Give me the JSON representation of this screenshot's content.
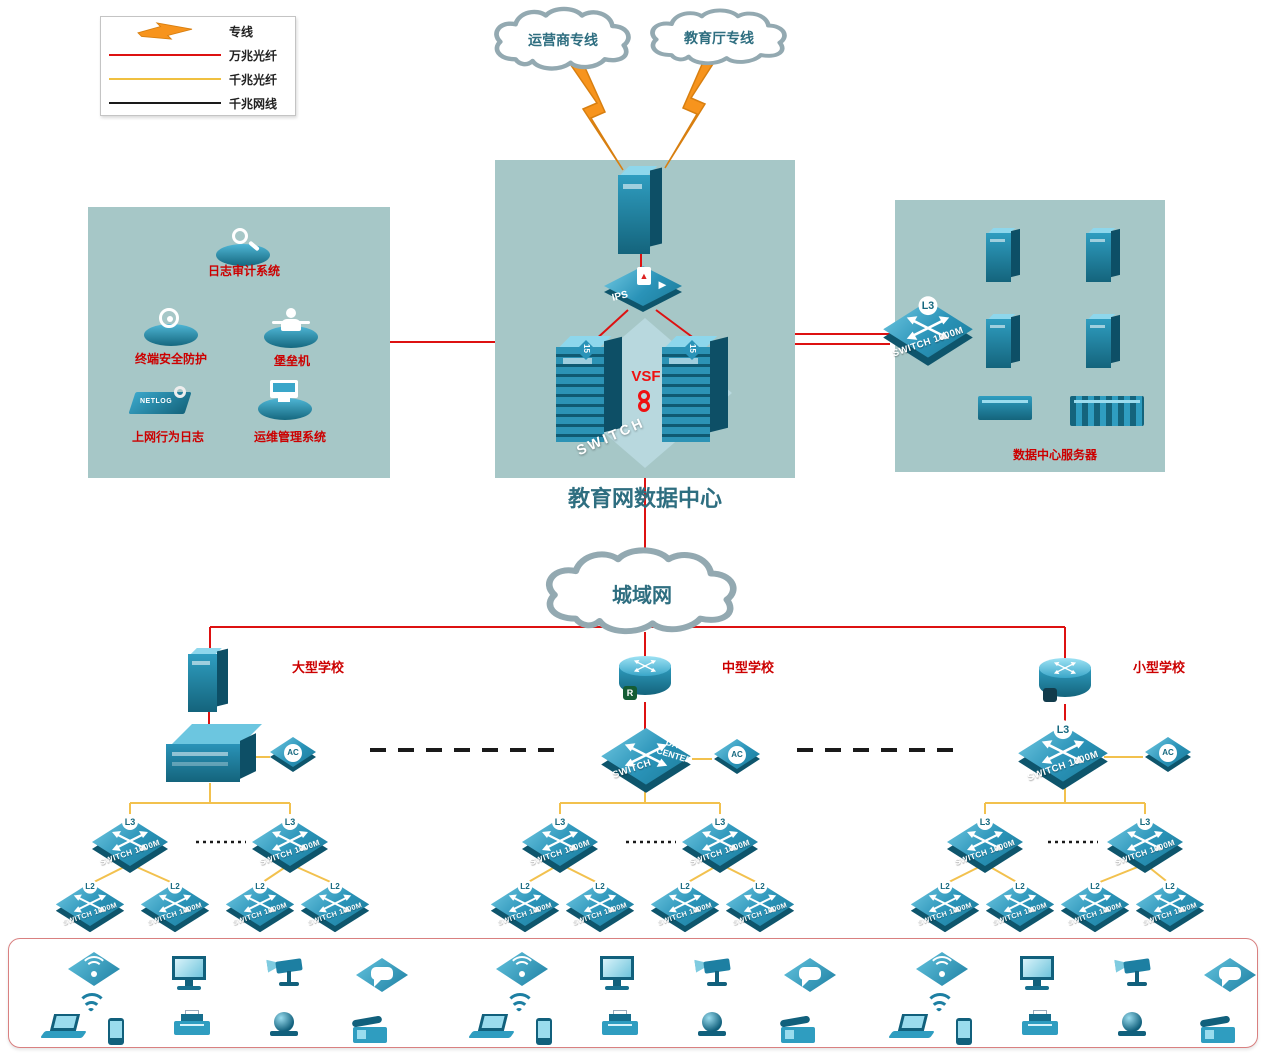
{
  "colors": {
    "zone_bg": "#a6c7c7",
    "device_teal": "#2a93b8",
    "line_10g_red": "#dd1111",
    "line_1g_yellow": "#f2c14e",
    "line_cat_black": "#1a1a1a",
    "bolt_orange": "#f7941d",
    "label_red": "#cc0000",
    "title_teal": "#2e6e80"
  },
  "legend": {
    "items": [
      {
        "label": "专线",
        "type": "lightning"
      },
      {
        "label": "万兆光纤",
        "type": "red-line"
      },
      {
        "label": "千兆光纤",
        "type": "yellow-line"
      },
      {
        "label": "千兆网线",
        "type": "black-line"
      }
    ]
  },
  "clouds": {
    "isp": "运营商专线",
    "edu": "教育厅专线",
    "man": "城域网"
  },
  "data_center": {
    "title": "教育网数据中心",
    "ips": "IPS",
    "vsf": "VSF",
    "switch_text": "SWITCH",
    "server_tag": "15"
  },
  "security": {
    "audit": "日志审计系统",
    "terminal": "终端安全防护",
    "bastion": "堡垒机",
    "netlog_label": "上网行为日志",
    "netlog_tag": "NETLOG",
    "ops": "运维管理系统"
  },
  "server_zone": {
    "label": "数据中心服务器"
  },
  "labels": {
    "switch_1000m": "SWITCH  1000M",
    "l3": "L3",
    "l2": "L2",
    "ac": "AC",
    "router_badge": "R"
  },
  "schools": [
    {
      "name": "大型学校"
    },
    {
      "name": "中型学校",
      "core_line1": "SWITCH",
      "core_line2": "DATA CENTER"
    },
    {
      "name": "小型学校"
    }
  ]
}
